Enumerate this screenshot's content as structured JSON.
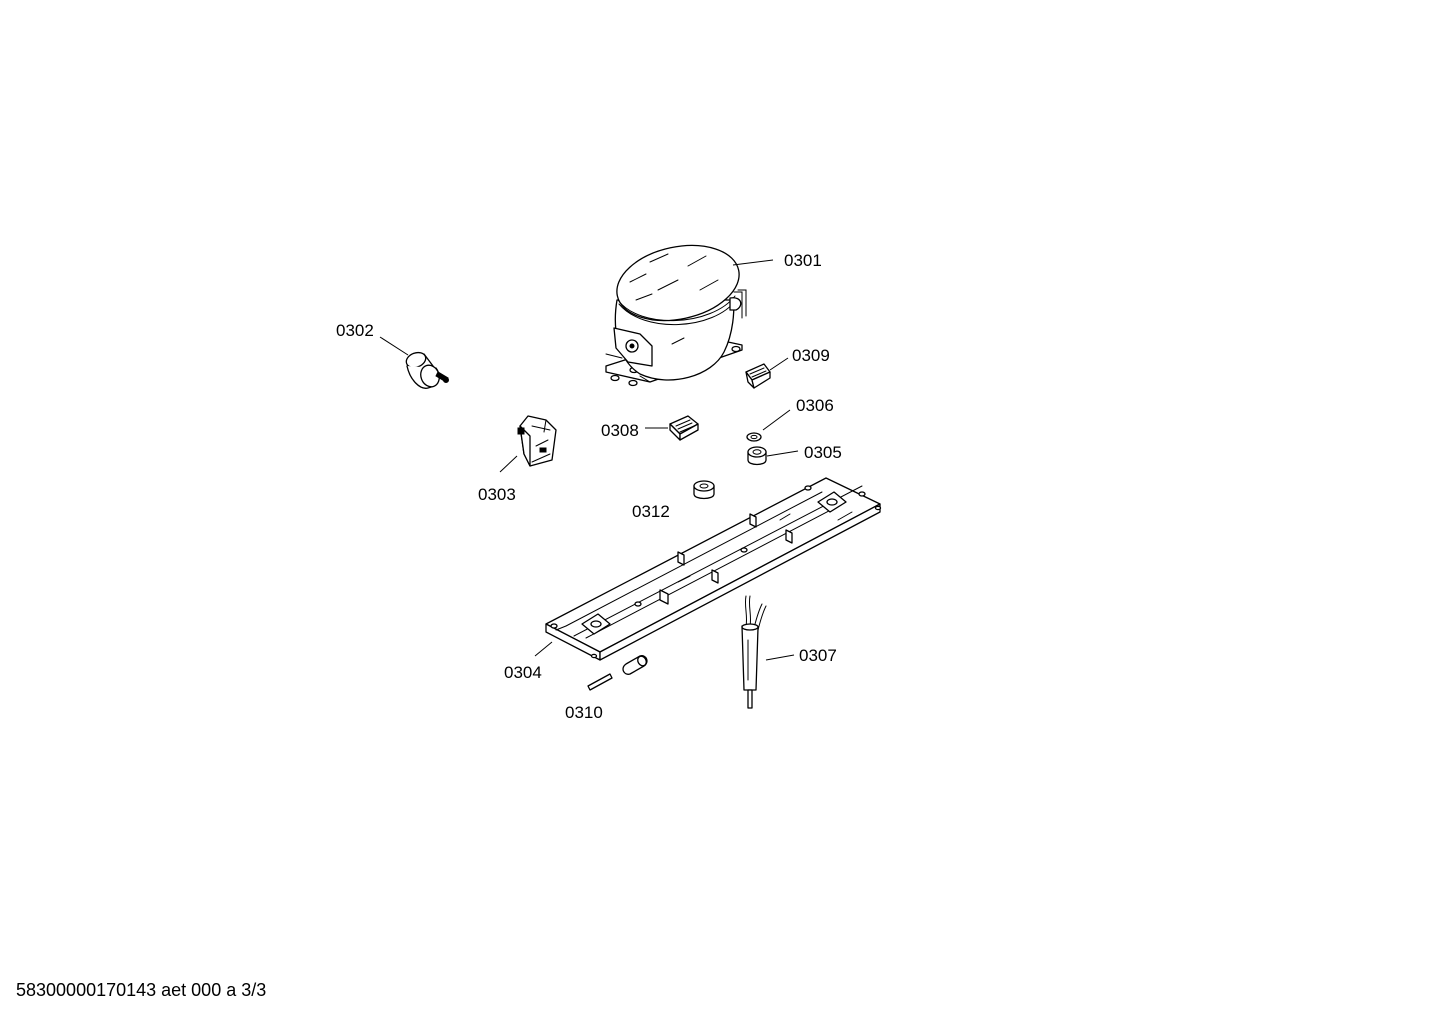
{
  "diagram": {
    "parts": [
      {
        "id": "0301",
        "part": "compressor"
      },
      {
        "id": "0302",
        "part": "cylinder-component"
      },
      {
        "id": "0303",
        "part": "relay-bracket"
      },
      {
        "id": "0304",
        "part": "base-rail"
      },
      {
        "id": "0305",
        "part": "bushing"
      },
      {
        "id": "0306",
        "part": "washer"
      },
      {
        "id": "0307",
        "part": "tube-with-wires"
      },
      {
        "id": "0308",
        "part": "clip-block"
      },
      {
        "id": "0309",
        "part": "clip-block"
      },
      {
        "id": "0310",
        "part": "pin"
      },
      {
        "id": "0312",
        "part": "grommet"
      }
    ]
  },
  "footer": {
    "text": "58300000170143 aet 000 a 3/3"
  }
}
